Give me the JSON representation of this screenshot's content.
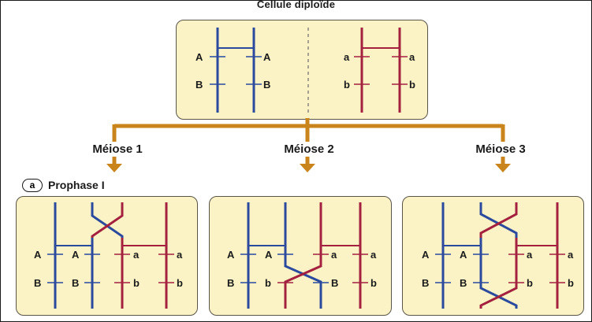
{
  "title": "Cellule diploïde",
  "meiosis_labels": [
    "Méiose 1",
    "Méiose 2",
    "Méiose 3"
  ],
  "phase": {
    "badge": "a",
    "label": "Prophase I"
  },
  "alleles": {
    "top": {
      "left": [
        "A",
        "B"
      ],
      "right": [
        "A",
        "B"
      ],
      "left2": [
        "a",
        "b"
      ],
      "right2": [
        "a",
        "b"
      ]
    },
    "m1": [
      "A",
      "A",
      "a",
      "a",
      "B",
      "B",
      "b",
      "b"
    ],
    "m2": [
      "A",
      "A",
      "a",
      "a",
      "B",
      "b",
      "B",
      "b"
    ],
    "m3": [
      "A",
      "A",
      "a",
      "a",
      "B",
      "B",
      "b",
      "b"
    ]
  },
  "colors": {
    "blue": "#2b4a9e",
    "red": "#a3213e",
    "orange": "#c9851c",
    "box_fill": "#fbf3c5"
  }
}
